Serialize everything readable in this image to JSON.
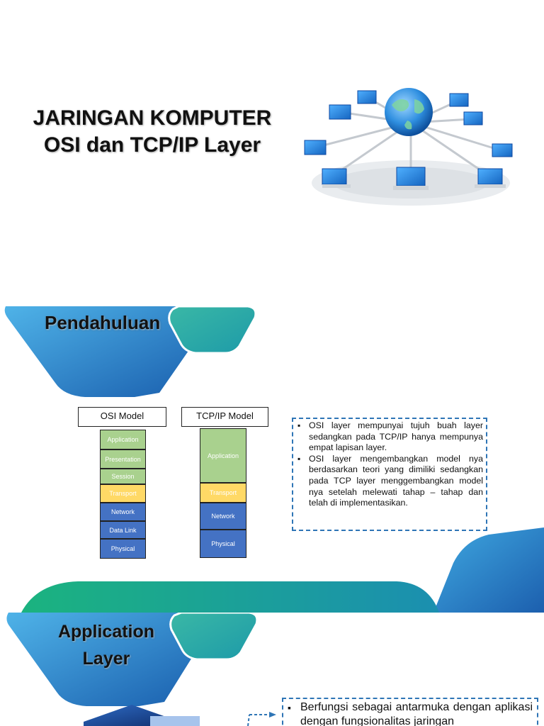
{
  "slide1": {
    "title_line1": "JARINGAN KOMPUTER",
    "title_line2": "OSI dan TCP/IP Layer"
  },
  "slide2": {
    "heading": "Pendahuluan",
    "osi_label": "OSI Model",
    "tcp_label": "TCP/IP Model",
    "osi_layers": [
      "Application",
      "Presentation",
      "Session",
      "Transport",
      "Network",
      "Data Link",
      "Physical"
    ],
    "tcp_layers": [
      "Application",
      "Transport",
      "Network",
      "Physical"
    ],
    "notes": [
      "OSI layer mempunyai tujuh buah layer sedangkan pada TCP/IP hanya mempunya empat lapisan layer.",
      "OSI layer mengembangkan model nya berdasarkan teori yang dimiliki sedangkan pada TCP layer menggembangkan model nya setelah melewati tahap – tahap dan telah di implementasikan."
    ],
    "colors": {
      "green": "#a9d18e",
      "yellow": "#ffd966",
      "blue": "#4472c4",
      "accent": "#2e75b6"
    }
  },
  "slide3": {
    "heading_line1": "Application",
    "heading_line2": "Layer",
    "note": "Berfungsi sebagai antarmuka dengan aplikasi dengan fungsionalitas jaringan"
  }
}
